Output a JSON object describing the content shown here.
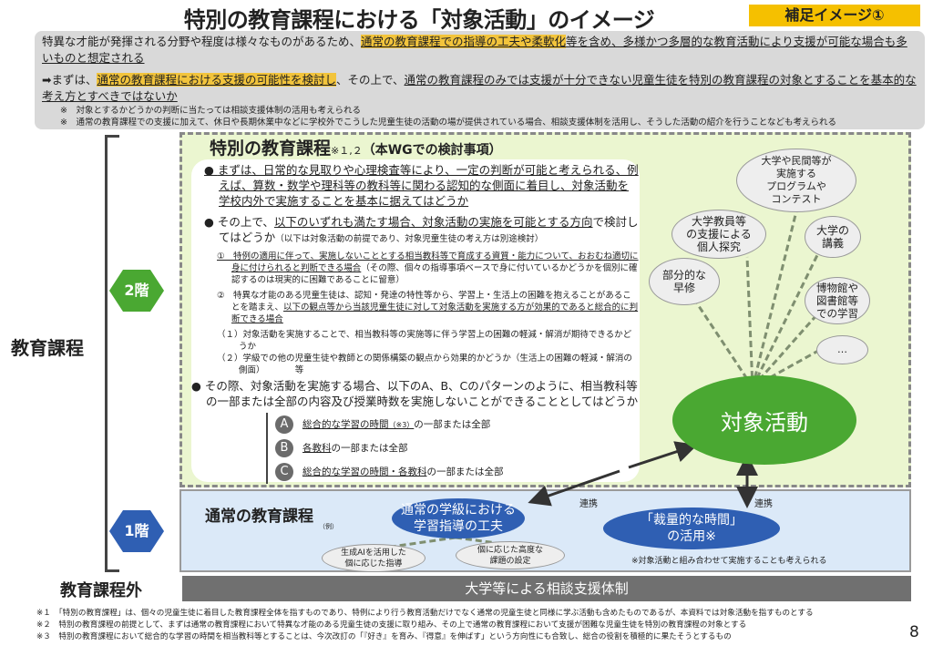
{
  "title": "特別の教育課程における「対象活動」のイメージ",
  "badge": "補足イメージ①",
  "intro": {
    "p1_a": "特異な才能が発揮される分野や程度は様々なものがあるため、",
    "p1_hl": "通常の教育課程での指導の工夫や柔軟化",
    "p1_b": "等を含め、多様かつ多層的な教育活動により支援が可能な場合も多いものと想定される",
    "p2_a": "➡まずは、",
    "p2_hl": "通常の教育課程における支援の可能性を検討し",
    "p2_b": "、その上で、",
    "p2_c": "通常の教育課程のみでは支援が十分できない児童生徒を特別の教育課程の対象とすることを基本的な考え方とすべきではないか",
    "note1": "※　対象とするかどうかの判断に当たっては相談支援体制の活用も考えられる",
    "note2": "※　通常の教育課程での支援に加えて、休日や長期休業中などに学校外でこうした児童生徒の活動の場が提供されている場合、相談支援体制を活用し、そうした活動の紹介を行うことなども考えられる"
  },
  "left": {
    "curriculum": "教育課程",
    "floor2": "2階",
    "floor1": "1階",
    "outside": "教育課程外"
  },
  "special": {
    "heading": "特別の教育課程",
    "heading_note": "※１,２",
    "heading_sub": "（本WGでの検討事項）",
    "b1": "まずは、日常的な見取りや心理検査等により、一定の判断が可能と考えられる、例えば、算数・数学や理科等の教科等に関わる認知的な側面に着目し、対象活動を学校内外で実施することを基本に据えてはどうか",
    "b2_a": "その上で、",
    "b2_u": "以下のいずれも満たす場合、対象活動の実施を可能とする方向",
    "b2_b": "で検討してはどうか",
    "b2_note": "（以下は対象活動の前提であり、対象児童生徒の考え方は別途検討）",
    "c1_u": "①　特例の適用に伴って、実施しないこととする相当教科等で育成する資質・能力について、おおむね適切に身に付けられると判断できる場合",
    "c1_b": "（その際、個々の指導事項ベースで身に付いているかどうかを個別に確認するのは現実的に困難であることに留意）",
    "c2_a": "②　特異な才能のある児童生徒は、認知・発達の特性等から、学習上・生活上の困難を抱えることがあることを踏まえ、",
    "c2_u": "以下の観点等から当該児童生徒に対して対象活動を実施する方が効果的であると総合的に判断できる場合",
    "s1": "（１）対象活動を実施することで、相当教科等の実施等に伴う学習上の困難の軽減・解消が期待できるかどうか",
    "s2": "（２）学級での他の児童生徒や教師との関係構築の観点から効果的かどうか（生活上の困難の軽減・解消の側面）　　　　等",
    "b3": "その際、対象活動を実施する場合、以下のA、B、Cのパターンのように、相当教科等の一部または全部の内容及び授業時数を実施しないことができることとしてはどうか",
    "options": [
      {
        "letter": "A",
        "u": "総合的な学習の時間",
        "note": "（※3）",
        "rest": "の一部または全部"
      },
      {
        "letter": "B",
        "u": "各教科",
        "note": "",
        "rest": "の一部または全部"
      },
      {
        "letter": "C",
        "u": "総合的な学習の時間・各教科",
        "note": "",
        "rest": "の一部または全部"
      }
    ]
  },
  "activities": {
    "main": "対象活動",
    "items": [
      "大学や民間等が\n実施する\nプログラムや\nコンテスト",
      "大学教員等\nの支援による\n個人探究",
      "大学の\n講義",
      "部分的な\n早修",
      "博物館や\n図書館等\nでの学習",
      "…"
    ]
  },
  "regular": {
    "heading": "通常の教育課程",
    "example": "（例）",
    "class_guidance": "通常の学級における\n学習指導の工夫",
    "discretionary": "「裁量的な時間」\nの活用※",
    "ai": "生成AIを活用した\n個に応じた指導",
    "advanced": "個に応じた高度な\n課題の設定",
    "note": "※対象活動と組み合わせて実施することも考えられる",
    "link1": "連携",
    "link2": "連携"
  },
  "support": "大学等による相談支援体制",
  "footnotes": [
    "※１　「特別の教育課程」は、個々の児童生徒に着目した教育課程全体を指すものであり、特例により行う教育活動だけでなく通常の児童生徒と同様に学ぶ活動も含めたものであるが、本資料では対象活動を指すものとする",
    "※２　特別の教育課程の前提として、まずは通常の教育課程において特異な才能のある児童生徒の支援に取り組み、その上で通常の教育課程において支援が困難な児童生徒を特別の教育課程の対象とする",
    "※３　特別の教育課程において総合的な学習の時間を相当教科等とすることは、今次改訂の「『好き』を育み、『得意』を伸ばす」という方向性にも合致し、総合の役割を積極的に果たそうとするもの"
  ],
  "page": "8"
}
